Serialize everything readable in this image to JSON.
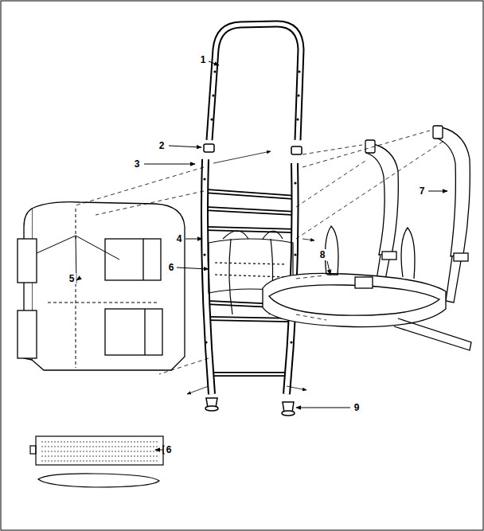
{
  "diagram": {
    "labels": [
      "1",
      "2",
      "3",
      "7",
      "4",
      "8",
      "6",
      "5",
      "9",
      "6"
    ]
  }
}
